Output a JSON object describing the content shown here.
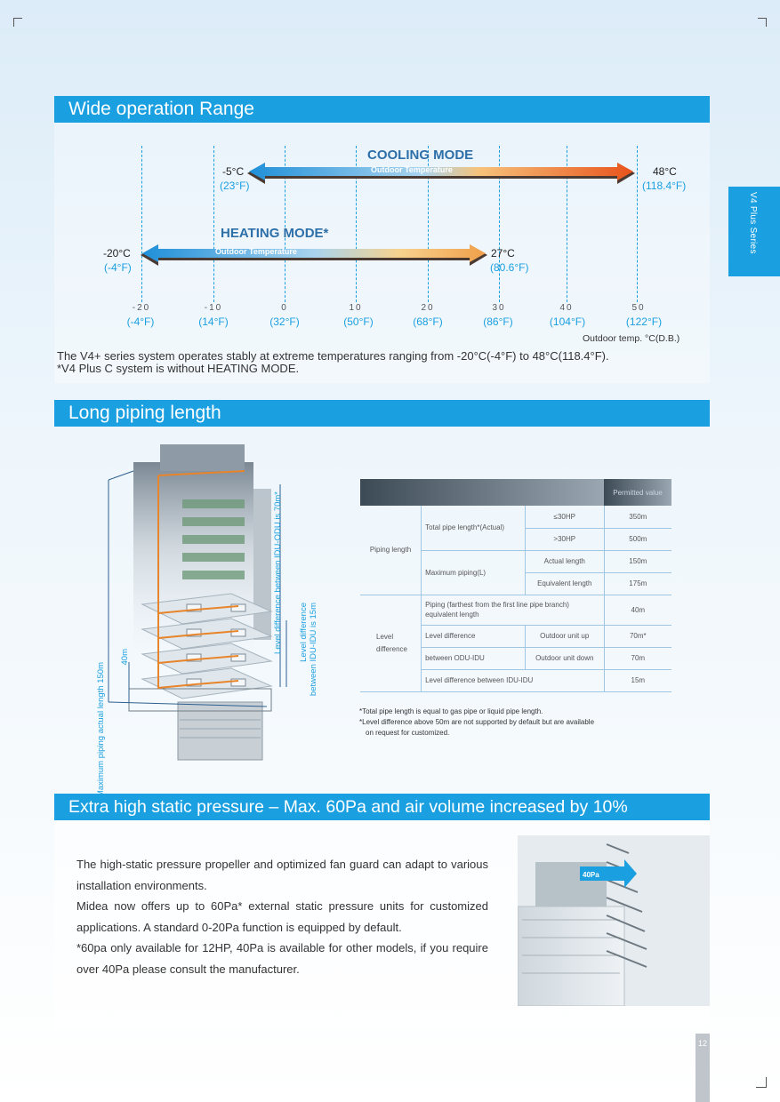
{
  "side_tab": "V4 Plus Series",
  "sec1": {
    "title": "Wide operation Range",
    "cooling": {
      "mode": "COOLING MODE",
      "sub": "Outdoor Temperature",
      "start_c": "-5°C",
      "start_f": "(23°F)",
      "end_c": "48°C",
      "end_f": "(118.4°F)"
    },
    "heating": {
      "mode": "HEATING MODE*",
      "sub": "Outdoor Temperature",
      "start_c": "-20°C",
      "start_f": "(-4°F)",
      "end_c": "27°C",
      "end_f": "(80.6°F)"
    },
    "ticks_c": [
      "-20",
      "-10",
      "0",
      "10",
      "20",
      "30",
      "40",
      "50"
    ],
    "ticks_f": [
      "(-4°F)",
      "(14°F)",
      "(32°F)",
      "(50°F)",
      "(68°F)",
      "(86°F)",
      "(104°F)",
      "(122°F)"
    ],
    "axis_label": "Outdoor temp. °C(D.B.)",
    "desc1": "The  V4+ series system operates stably at extreme temperatures ranging from  -20°C(-4°F) to 48°C(118.4°F).",
    "desc2": "*V4 Plus C system is without HEATING MODE."
  },
  "sec2": {
    "title": "Long piping length",
    "bld_left": "Maximum piping actual length 150m",
    "bld_40": "40m",
    "bld_mid": "Level difference between IDU-ODU is 70m*",
    "bld_r1": "Level difference",
    "bld_r2": "between IDU-IDU is 15m",
    "table_header": "Permitted value",
    "piping_length": "Piping length",
    "total_pipe": "Total pipe length*(Actual)",
    "le30": "≤30HP",
    "v350": "350m",
    "gt30": ">30HP",
    "v500": "500m",
    "max_piping": "Maximum piping(L)",
    "actual": "Actual length",
    "v150": "150m",
    "equivalent": "Equivalent length",
    "v175": "175m",
    "farthest1": "Piping (farthest from the first line pipe branch)",
    "farthest2": "equivalent length",
    "v40": "40m",
    "level1": "Level",
    "level2": "difference",
    "ld1": "Level difference",
    "ld2": "between ODU-IDU",
    "odu_up": "Outdoor unit up",
    "v70s": "70m*",
    "odu_down": "Outdoor unit down",
    "v70": "70m",
    "idu_idu": "Level difference between IDU-IDU",
    "v15": "15m",
    "note1": "*Total pipe length is equal to gas pipe or liquid pipe length.",
    "note2": "*Level difference above 50m are not supported by default but are available",
    "note3": "on request for customized."
  },
  "sec3": {
    "title": "Extra high static pressure – Max. 60Pa and air volume increased by 10%",
    "p1": "The high-static pressure propeller and optimized fan guard can adapt to various installation environments.",
    "p2": "Midea now offers up to 60Pa* external static pressure units for customized applications. A standard 0-20Pa function is equipped by default.",
    "p3": "*60pa only available for 12HP, 40Pa is available for other models, if you require over 40Pa please consult the manufacturer.",
    "badge": "40Pa"
  },
  "page_number": "12"
}
